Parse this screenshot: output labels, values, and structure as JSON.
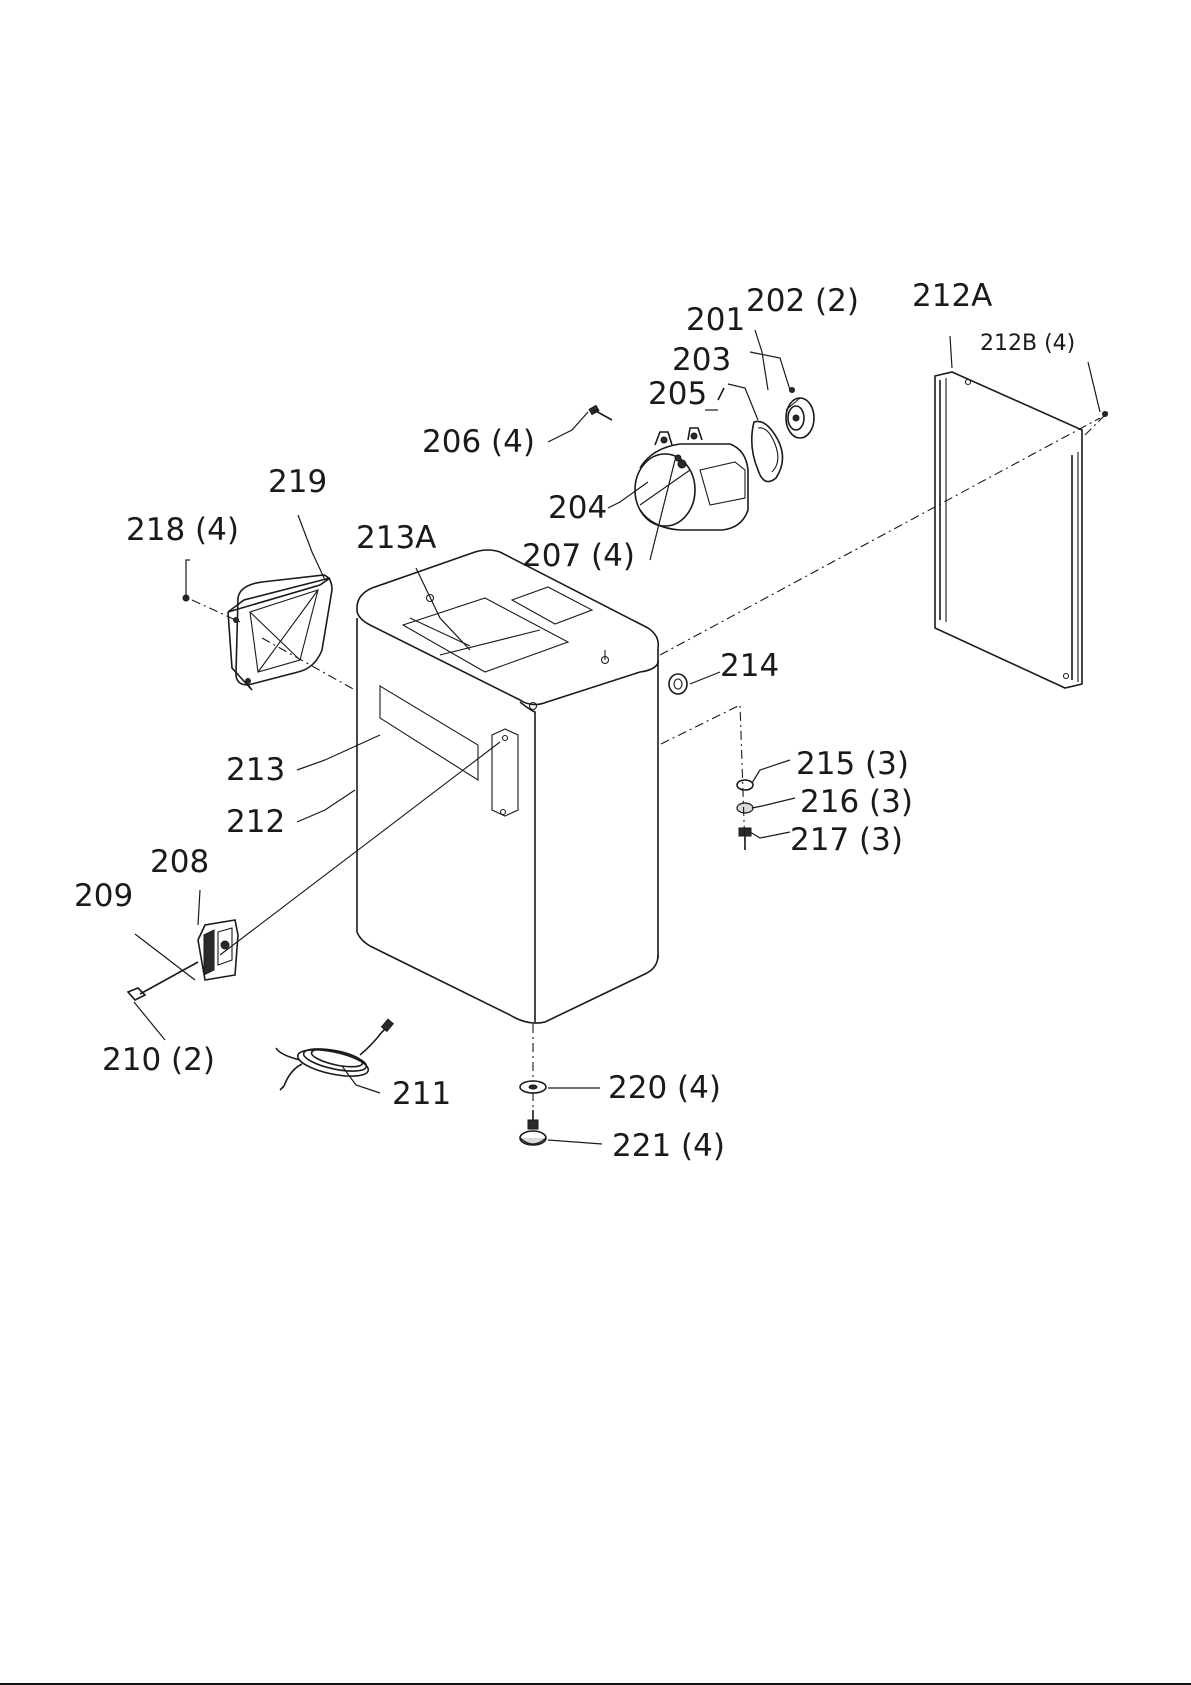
{
  "labels": {
    "p201": "201",
    "p202": "202 (2)",
    "p203": "203",
    "p204": "204",
    "p205": "205",
    "p206": "206 (4)",
    "p207": "207 (4)",
    "p208": "208",
    "p209": "209",
    "p210": "210 (2)",
    "p211": "211",
    "p212": "212",
    "p212a": "212A",
    "p212b": "212B (4)",
    "p213": "213",
    "p213a": "213A",
    "p214": "214",
    "p215": "215 (3)",
    "p216": "216 (3)",
    "p217": "217 (3)",
    "p218": "218 (4)",
    "p219": "219",
    "p220": "220 (4)",
    "p221": "221 (4)"
  }
}
